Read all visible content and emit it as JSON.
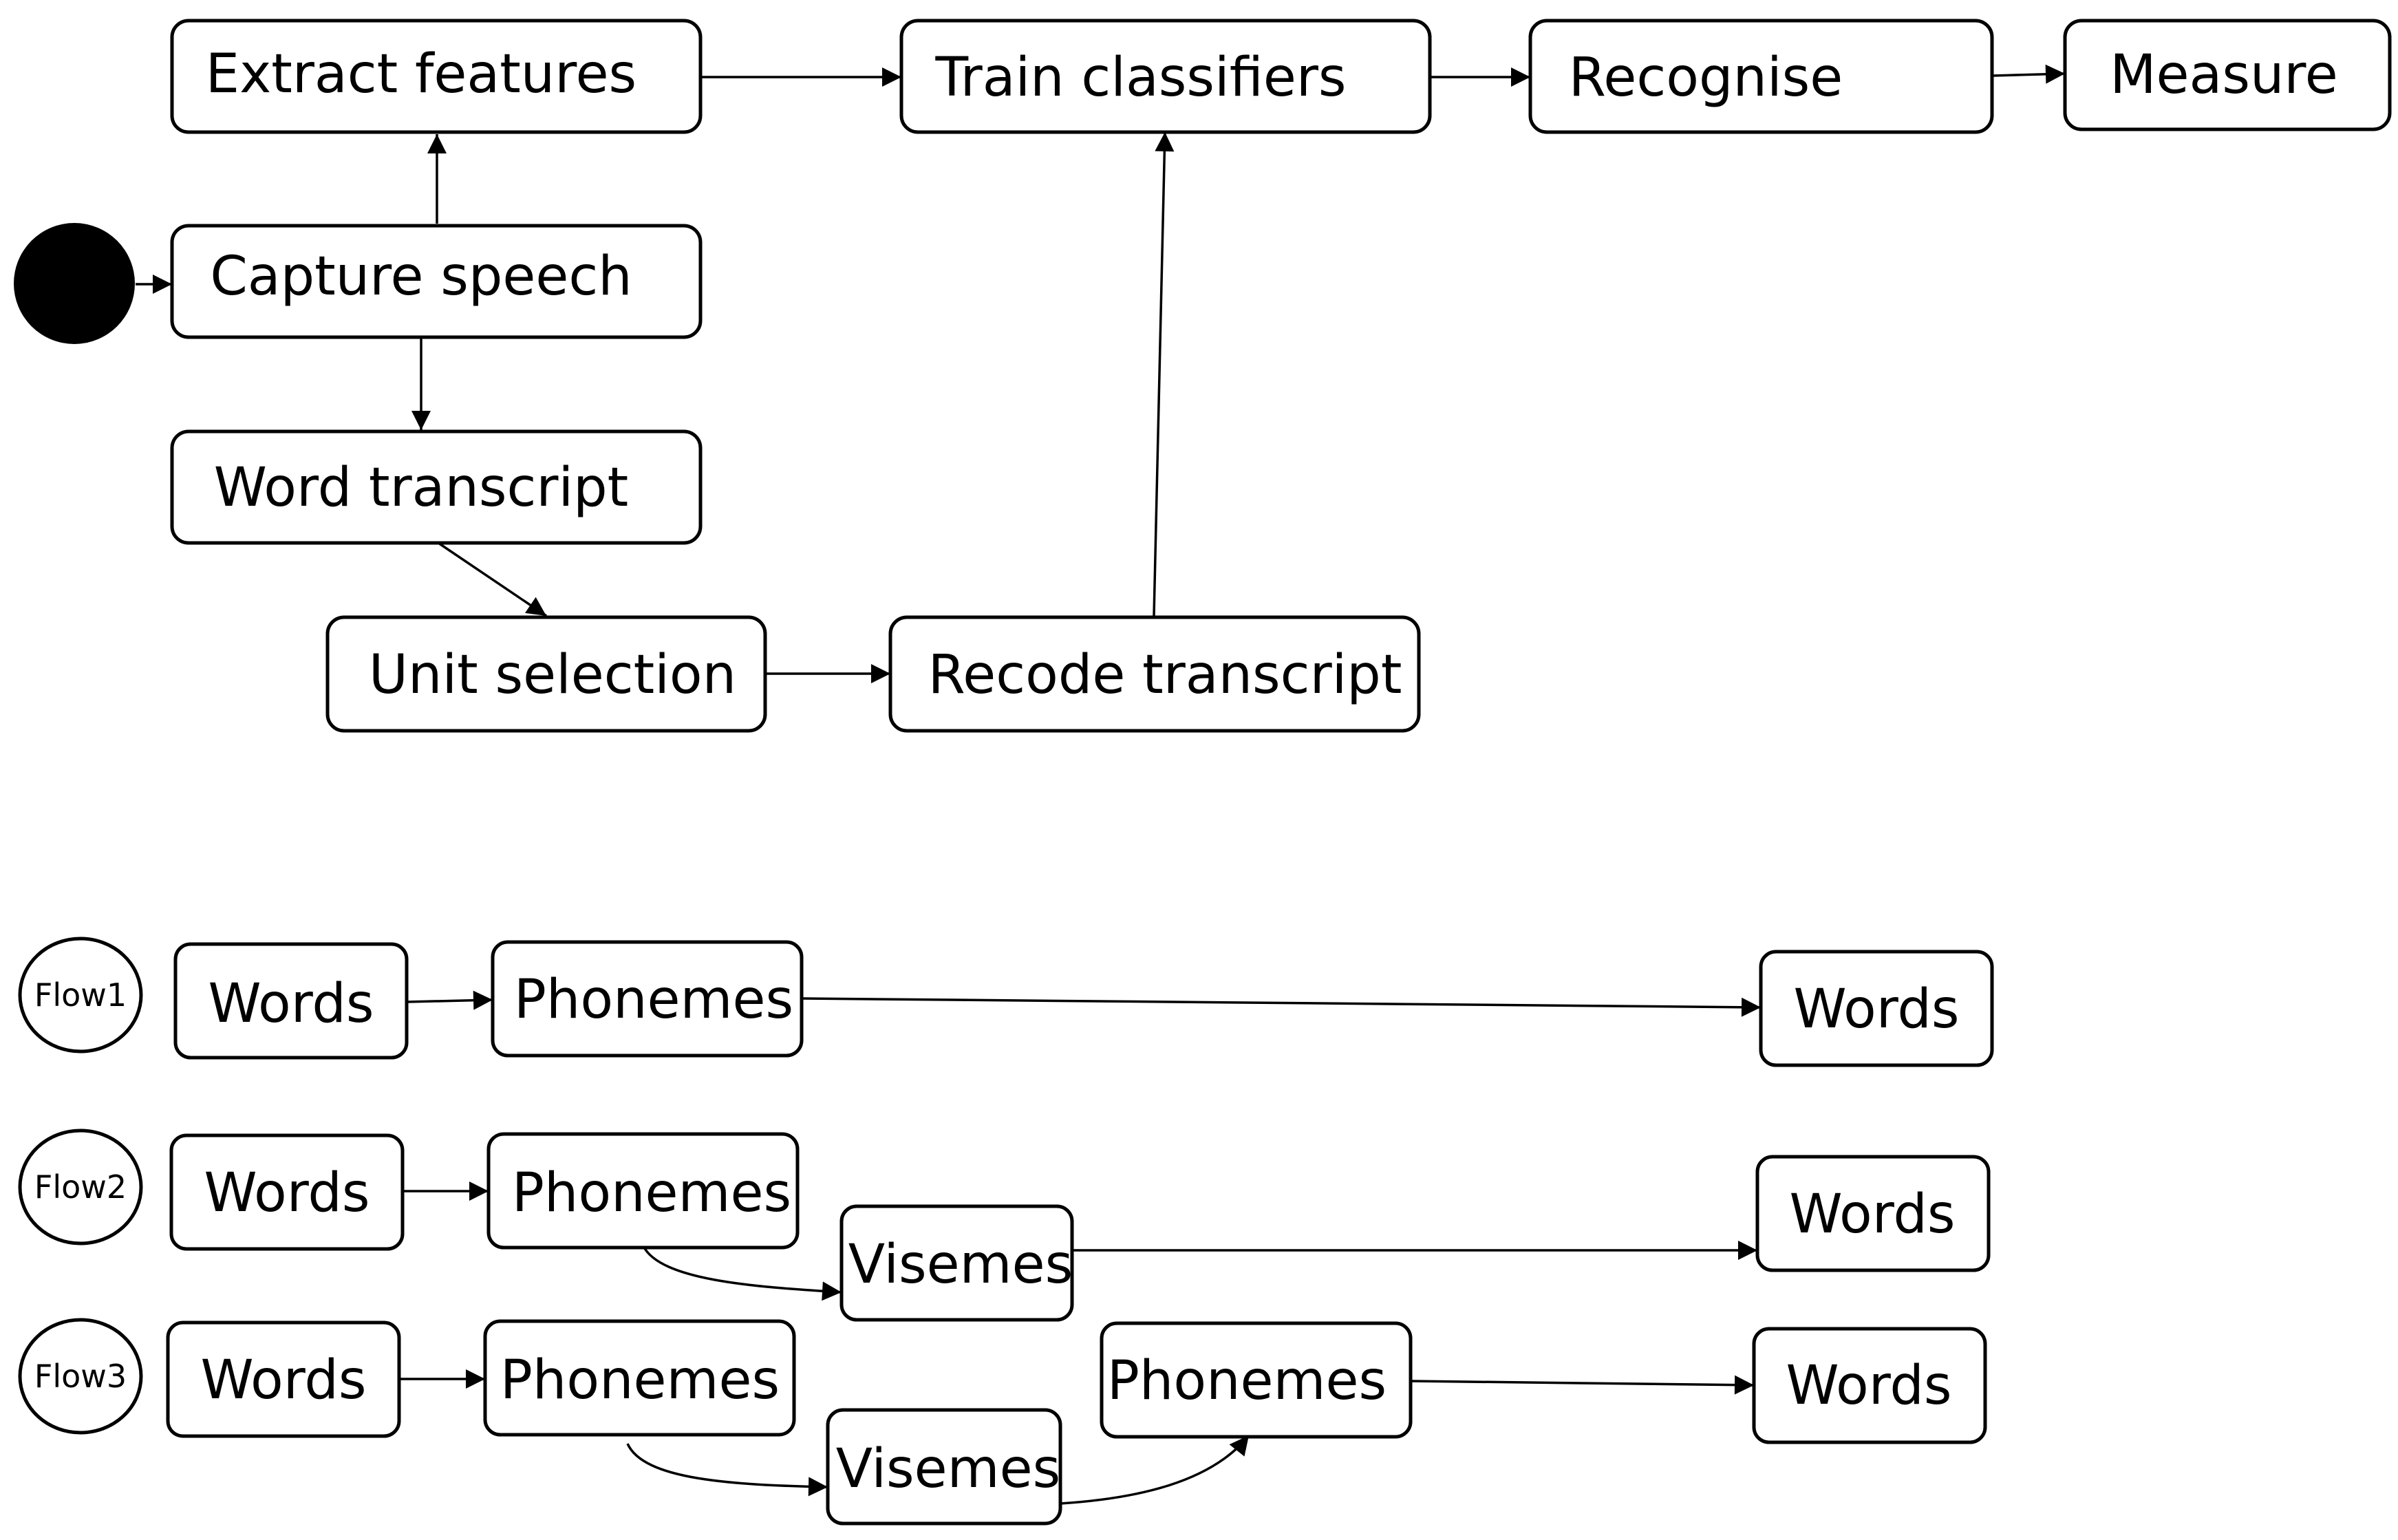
{
  "pipeline": {
    "extract_features": "Extract features",
    "train_classifiers": "Train classifiers",
    "recognise": "Recognise",
    "measure": "Measure",
    "capture_speech": "Capture speech",
    "word_transcript": "Word transcript",
    "unit_selection": "Unit selection",
    "recode_transcript": "Recode transcript"
  },
  "flows": [
    {
      "label": "Flow1",
      "nodes": [
        "Words",
        "Phonemes",
        "Words"
      ]
    },
    {
      "label": "Flow2",
      "nodes": [
        "Words",
        "Phonemes",
        "Visemes",
        "Words"
      ]
    },
    {
      "label": "Flow3",
      "nodes": [
        "Words",
        "Phonemes",
        "Visemes",
        "Phonemes",
        "Words"
      ]
    }
  ]
}
